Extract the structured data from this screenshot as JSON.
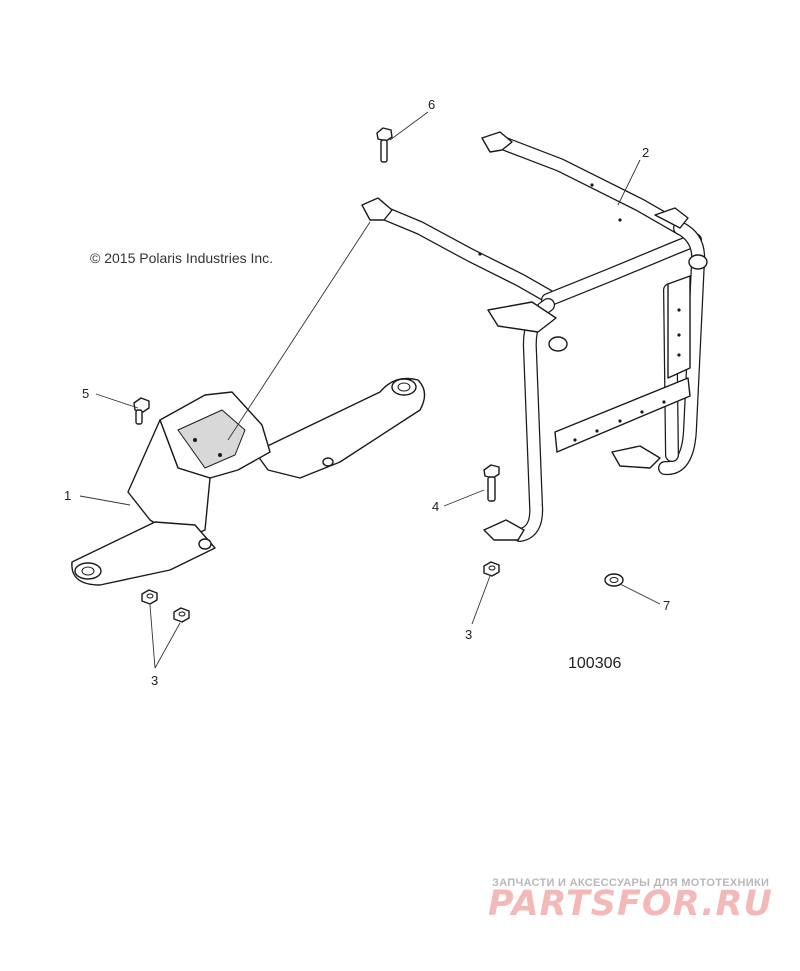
{
  "copyright": "© 2015 Polaris Industries Inc.",
  "diagram_id": "100306",
  "callouts": {
    "c1": "1",
    "c2": "2",
    "c3a": "3",
    "c3b": "3",
    "c4": "4",
    "c5": "5",
    "c6": "6",
    "c7": "7"
  },
  "watermark": {
    "subtitle": "ЗАПЧАСТИ И АКСЕССУАРЫ ДЛЯ МОТОТЕХНИКИ",
    "logo": "PARTSFOR.RU"
  }
}
